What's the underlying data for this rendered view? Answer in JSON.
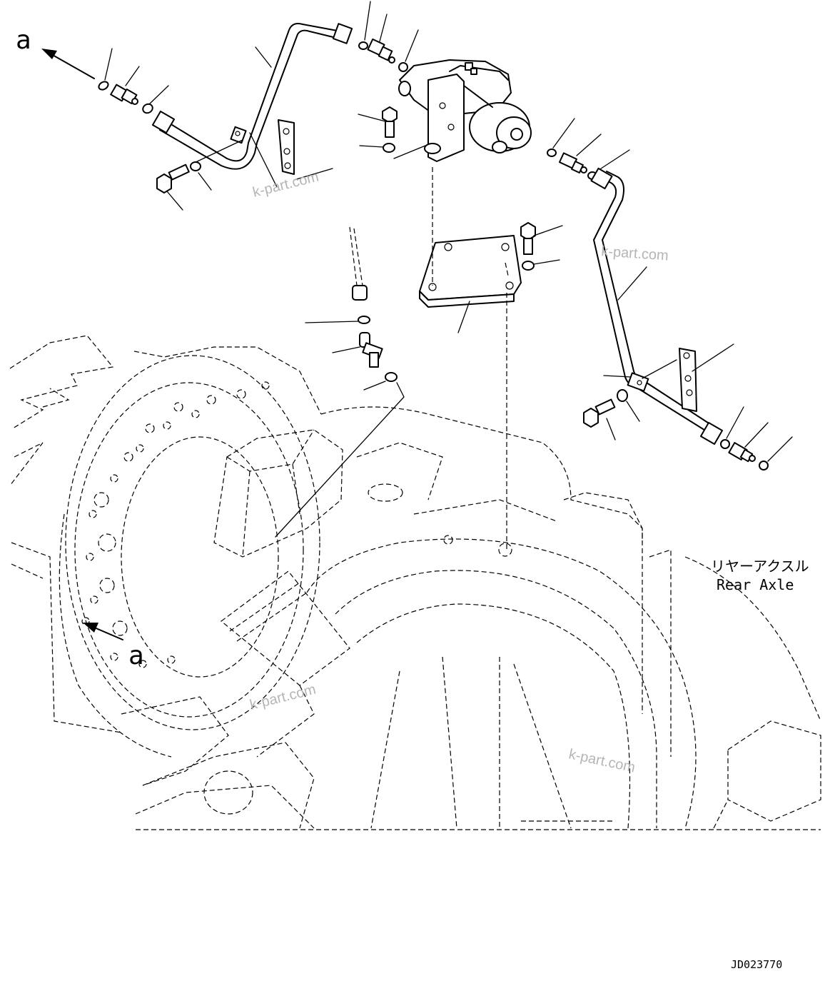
{
  "ref_letter": "a",
  "ref_letter_arrow": "a",
  "assembly_label_jp": "リヤーアクスル",
  "assembly_label_en": "Rear Axle",
  "drawing_number": "JD023770",
  "watermark": "k-part.com"
}
